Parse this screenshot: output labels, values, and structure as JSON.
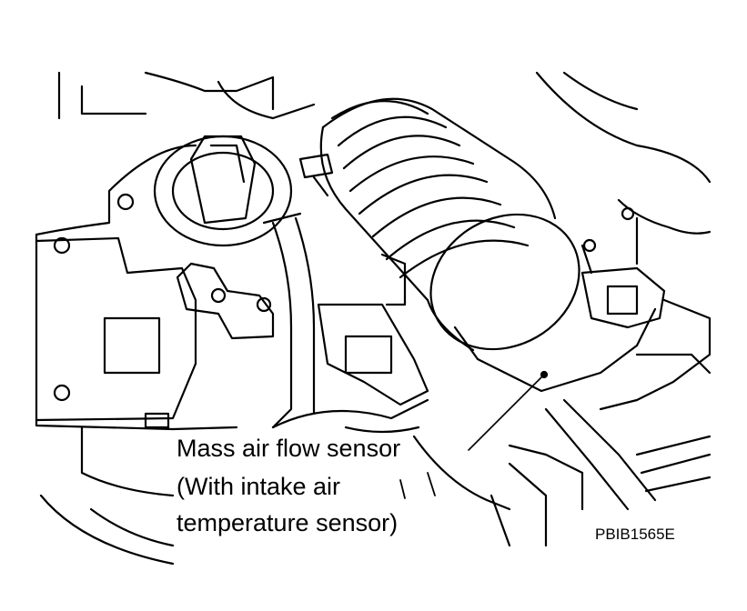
{
  "figure": {
    "code": "PBIB1565E"
  },
  "callout": {
    "line1": "Mass air flow sensor",
    "line2": "(With intake air",
    "line3": "temperature sensor)"
  },
  "colors": {
    "ink": "#000000",
    "paper": "#ffffff"
  }
}
